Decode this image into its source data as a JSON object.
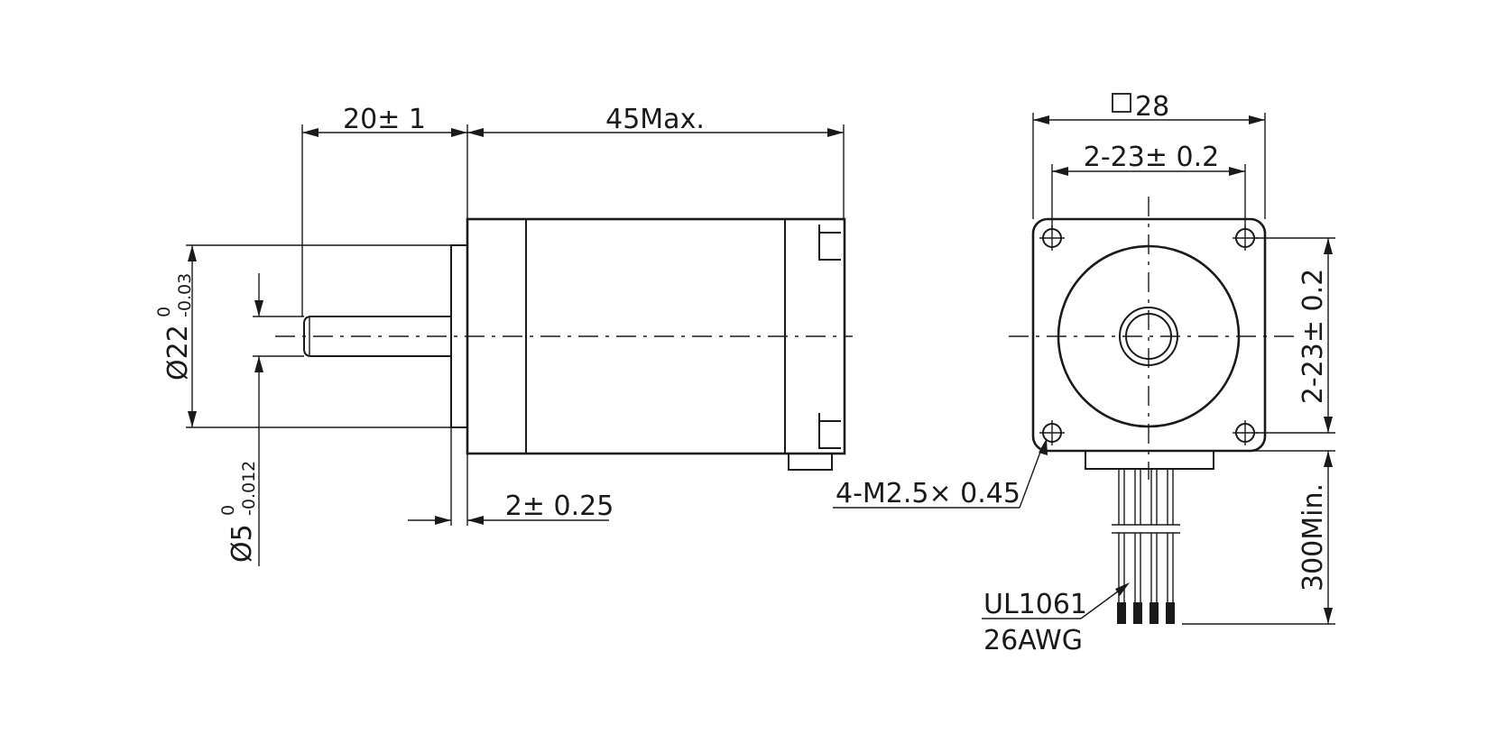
{
  "drawing": {
    "shaft_length": "20± 1",
    "body_length": "45Max.",
    "flange_dia_main": "Ø22",
    "flange_dia_upper": "0",
    "flange_dia_lower": "-0.03",
    "shaft_dia_main": "Ø5",
    "shaft_dia_upper": "0",
    "shaft_dia_lower": "-0.012",
    "flange_thickness": "2± 0.25",
    "square_size": "28",
    "hole_spacing_h": "2-23± 0.2",
    "hole_spacing_v": "2-23± 0.2",
    "mount_thread": "4-M2.5× 0.45",
    "lead_length": "300Min.",
    "wire_type_line1": "UL1061",
    "wire_type_line2": "26AWG"
  }
}
